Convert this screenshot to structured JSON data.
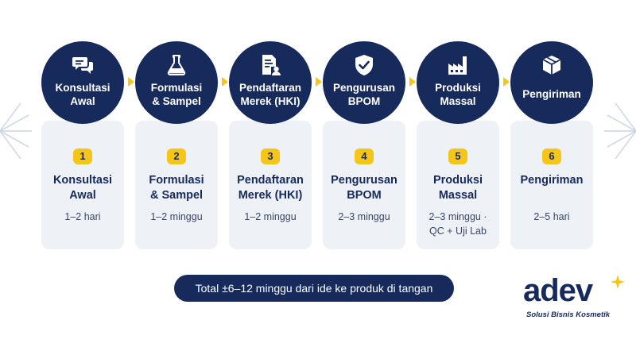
{
  "steps": [
    {
      "number": "1",
      "circle_title": "Konsultasi\nAwal",
      "title": "Konsultasi\nAwal",
      "duration": "1–2 hari",
      "icon": "chat-bubbles-icon"
    },
    {
      "number": "2",
      "circle_title": "Formulasi\n& Sampel",
      "title": "Formulasi\n& Sampel",
      "duration": "1–2 minggu",
      "icon": "flask-icon"
    },
    {
      "number": "3",
      "circle_title": "Pendaftaran\nMerek (HKI)",
      "title": "Pendaftaran\nMerek (HKI)",
      "duration": "1–2 minggu",
      "icon": "document-person-icon"
    },
    {
      "number": "4",
      "circle_title": "Pengurusan\nBPOM",
      "title": "Pengurusan\nBPOM",
      "duration": "2–3 minggu",
      "icon": "shield-check-icon"
    },
    {
      "number": "5",
      "circle_title": "Produksi\nMassal",
      "title": "Produksi\nMassal",
      "duration": "2–3 minggu ·\nQC + Uji Lab",
      "icon": "factory-icon"
    },
    {
      "number": "6",
      "circle_title": "Pengiriman",
      "title": "Pengiriman",
      "duration": "2–5 hari",
      "icon": "box-icon"
    }
  ],
  "summary": "Total ±6–12 minggu dari ide ke produk di tangan",
  "brand": {
    "name": "adev",
    "tagline": "Solusi Bisnis Kosmetik"
  },
  "colors": {
    "navy": "#172a5c",
    "accent": "#f5c518",
    "card": "#eef1f6"
  }
}
